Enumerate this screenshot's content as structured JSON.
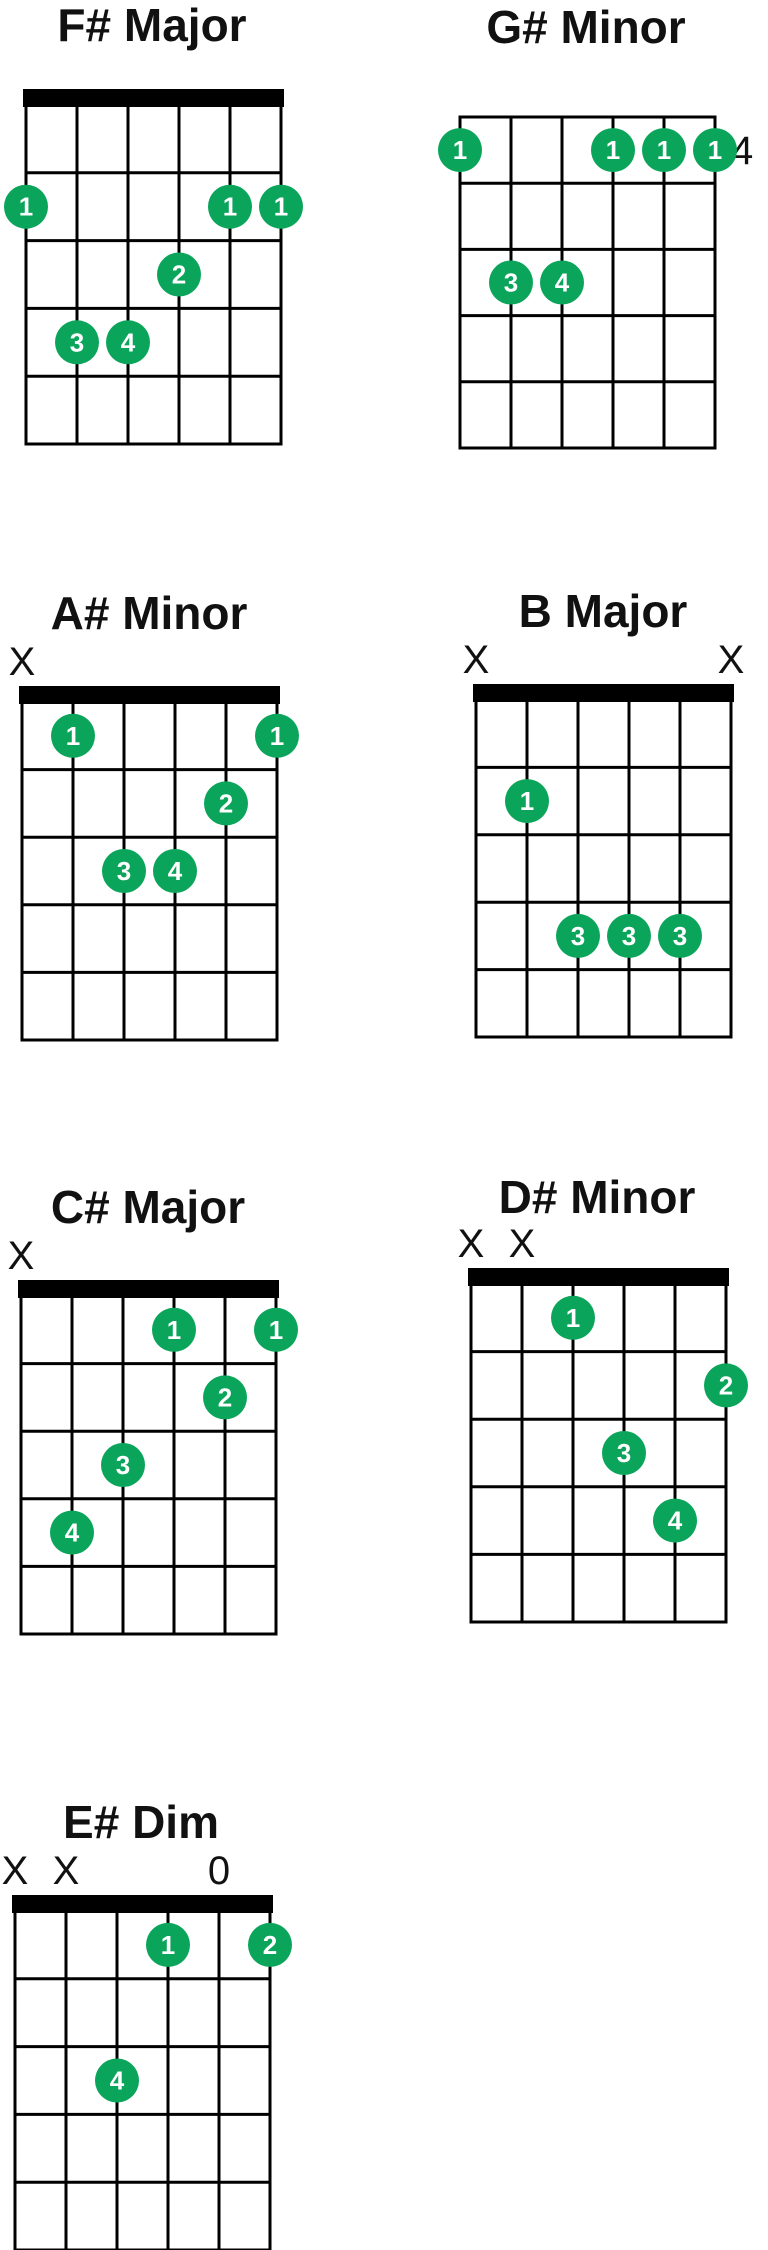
{
  "colors": {
    "dot": "#0aa55a",
    "line": "#000000",
    "text": "#111111"
  },
  "chords": [
    {
      "name": "F# Major",
      "nut": true,
      "base_fret_label": "",
      "string_marks": [],
      "fingers": [
        {
          "string": 1,
          "fret": 2,
          "finger": "1"
        },
        {
          "string": 5,
          "fret": 2,
          "finger": "1"
        },
        {
          "string": 6,
          "fret": 2,
          "finger": "1"
        },
        {
          "string": 4,
          "fret": 3,
          "finger": "2"
        },
        {
          "string": 2,
          "fret": 4,
          "finger": "3"
        },
        {
          "string": 3,
          "fret": 4,
          "finger": "4"
        }
      ]
    },
    {
      "name": "G# Minor",
      "nut": false,
      "base_fret_label": "4",
      "string_marks": [],
      "fingers": [
        {
          "string": 1,
          "fret": 1,
          "finger": "1"
        },
        {
          "string": 4,
          "fret": 1,
          "finger": "1"
        },
        {
          "string": 5,
          "fret": 1,
          "finger": "1"
        },
        {
          "string": 6,
          "fret": 1,
          "finger": "1"
        },
        {
          "string": 2,
          "fret": 3,
          "finger": "3"
        },
        {
          "string": 3,
          "fret": 3,
          "finger": "4"
        }
      ]
    },
    {
      "name": "A# Minor",
      "nut": true,
      "base_fret_label": "",
      "string_marks": [
        {
          "string": 1,
          "mark": "X"
        }
      ],
      "fingers": [
        {
          "string": 2,
          "fret": 1,
          "finger": "1"
        },
        {
          "string": 6,
          "fret": 1,
          "finger": "1"
        },
        {
          "string": 5,
          "fret": 2,
          "finger": "2"
        },
        {
          "string": 3,
          "fret": 3,
          "finger": "3"
        },
        {
          "string": 4,
          "fret": 3,
          "finger": "4"
        }
      ]
    },
    {
      "name": "B Major",
      "nut": true,
      "base_fret_label": "",
      "string_marks": [
        {
          "string": 1,
          "mark": "X"
        },
        {
          "string": 6,
          "mark": "X"
        }
      ],
      "fingers": [
        {
          "string": 2,
          "fret": 2,
          "finger": "1"
        },
        {
          "string": 3,
          "fret": 4,
          "finger": "3"
        },
        {
          "string": 4,
          "fret": 4,
          "finger": "3"
        },
        {
          "string": 5,
          "fret": 4,
          "finger": "3"
        }
      ]
    },
    {
      "name": "C# Major",
      "nut": true,
      "base_fret_label": "",
      "string_marks": [
        {
          "string": 1,
          "mark": "X"
        }
      ],
      "fingers": [
        {
          "string": 4,
          "fret": 1,
          "finger": "1"
        },
        {
          "string": 6,
          "fret": 1,
          "finger": "1"
        },
        {
          "string": 5,
          "fret": 2,
          "finger": "2"
        },
        {
          "string": 3,
          "fret": 3,
          "finger": "3"
        },
        {
          "string": 2,
          "fret": 4,
          "finger": "4"
        }
      ]
    },
    {
      "name": "D# Minor",
      "nut": true,
      "base_fret_label": "",
      "string_marks": [
        {
          "string": 1,
          "mark": "X"
        },
        {
          "string": 2,
          "mark": "X"
        }
      ],
      "fingers": [
        {
          "string": 3,
          "fret": 1,
          "finger": "1"
        },
        {
          "string": 6,
          "fret": 2,
          "finger": "2"
        },
        {
          "string": 4,
          "fret": 3,
          "finger": "3"
        },
        {
          "string": 5,
          "fret": 4,
          "finger": "4"
        }
      ]
    },
    {
      "name": "E# Dim",
      "nut": true,
      "base_fret_label": "",
      "string_marks": [
        {
          "string": 1,
          "mark": "X"
        },
        {
          "string": 2,
          "mark": "X"
        },
        {
          "string": 5,
          "mark": "0"
        }
      ],
      "fingers": [
        {
          "string": 4,
          "fret": 1,
          "finger": "1"
        },
        {
          "string": 6,
          "fret": 1,
          "finger": "2"
        },
        {
          "string": 3,
          "fret": 3,
          "finger": "4"
        }
      ]
    }
  ]
}
